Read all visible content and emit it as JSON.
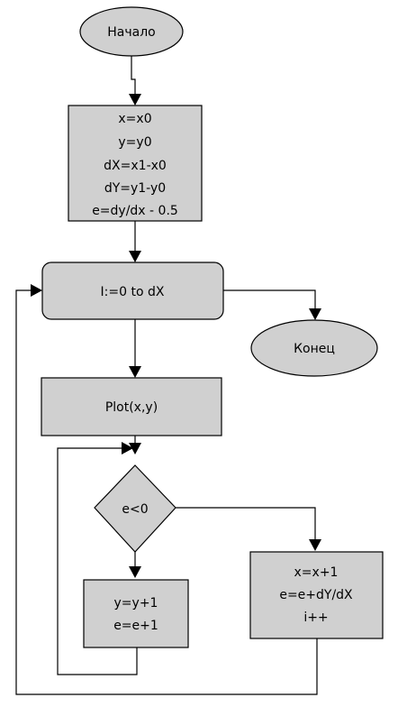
{
  "flowchart": {
    "start": {
      "label": "Начало"
    },
    "init": {
      "lines": [
        "x=x0",
        "y=y0",
        "dX=x1-x0",
        "dY=y1-y0",
        "e=dy/dx - 0.5"
      ]
    },
    "loop": {
      "label": "I:=0 to dX"
    },
    "end": {
      "label": "Конец"
    },
    "plot": {
      "label": "Plot(x,y)"
    },
    "condition": {
      "label": "e<0"
    },
    "yes_branch": {
      "lines": [
        "y=y+1",
        "e=e+1"
      ]
    },
    "no_branch": {
      "lines": [
        "x=x+1",
        "e=e+dY/dX",
        "i++"
      ]
    }
  },
  "colors": {
    "shape_fill": "#d0d0d0",
    "stroke": "#000000",
    "background": "#ffffff"
  }
}
